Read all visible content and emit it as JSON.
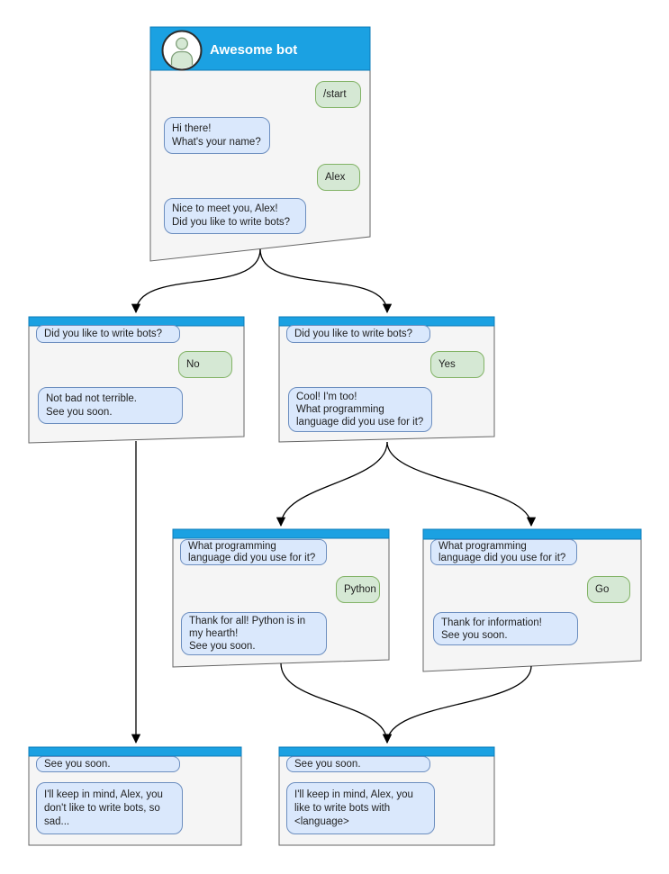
{
  "colors": {
    "header_blue": "#1ba1e2",
    "header_border": "#0e7cb8",
    "window_fill": "#f5f5f5",
    "window_border": "#666666",
    "bubble_blue_fill": "#dae8fc",
    "bubble_blue_border": "#6c8ebf",
    "bubble_green_fill": "#d5e8d4",
    "bubble_green_border": "#82b366",
    "arrow": "#000000",
    "title_text": "#ffffff"
  },
  "windows": {
    "root": {
      "title": "Awesome bot",
      "user_start": "/start",
      "bot_greeting": "Hi there!\nWhat's your name?",
      "user_name": "Alex",
      "bot_question": "Nice to meet you, Alex!\nDid you like to write bots?"
    },
    "branch_no": {
      "question": "Did you like to write bots?",
      "user_answer": "No",
      "bot_reply": "Not bad not terrible.\nSee you soon."
    },
    "branch_yes": {
      "question": "Did you like to write bots?",
      "user_answer": "Yes",
      "bot_reply": "Cool! I'm too!\nWhat programming\nlanguage did you use for it?"
    },
    "branch_python": {
      "question": "What programming\nlanguage did you use for it?",
      "user_answer": "Python",
      "bot_reply": "Thank for all! Python is in\nmy hearth!\nSee you soon."
    },
    "branch_go": {
      "question": "What programming\nlanguage did you use for it?",
      "user_answer": "Go",
      "bot_reply": "Thank for information!\nSee you soon."
    },
    "end_no": {
      "question": "See you soon.",
      "bot_reply": "I'll keep in mind, Alex, you\ndon't like to write bots, so\nsad..."
    },
    "end_yes": {
      "question": "See you soon.",
      "bot_reply": "I'll keep in mind, Alex, you\nlike to write bots with\n<language>"
    }
  }
}
